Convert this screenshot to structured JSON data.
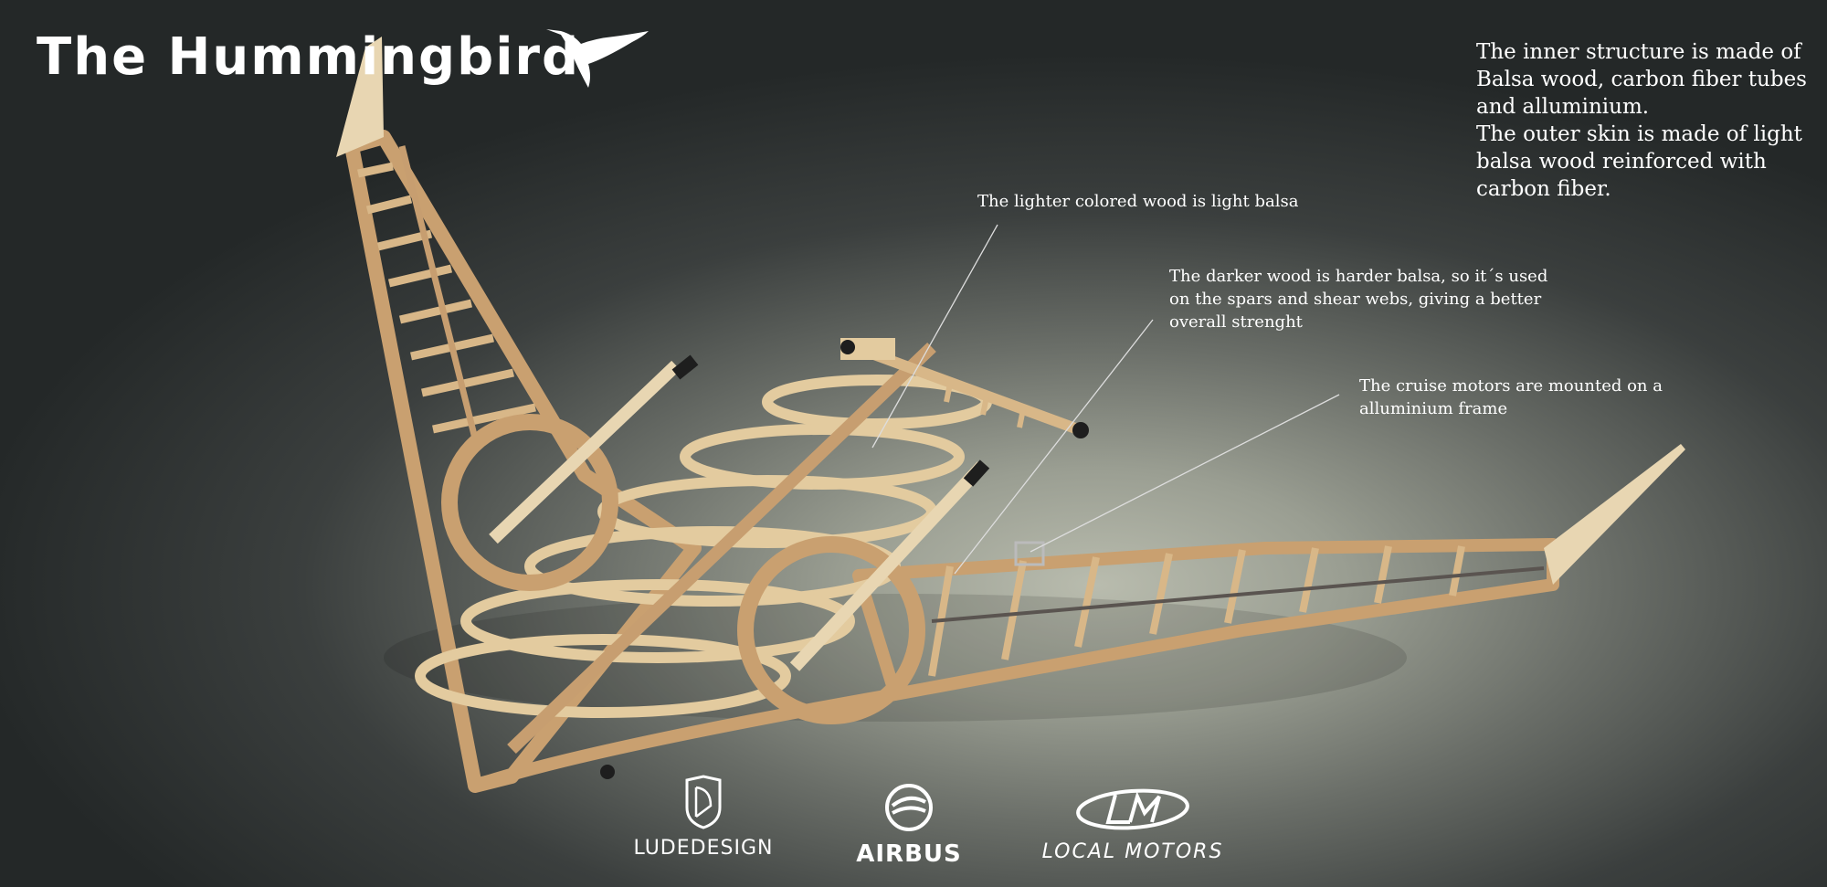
{
  "title": "The Hummingbird",
  "info": {
    "paragraph1": "The inner structure is made of Balsa wood, carbon fiber tubes and alluminium.",
    "paragraph2": "The outer skin is made of light balsa wood reinforced with carbon fiber."
  },
  "callouts": {
    "light_wood": "The lighter colored wood is light balsa",
    "dark_wood": "The darker wood is harder balsa, so it´s used on the spars and shear webs, giving a better overall strenght",
    "motors": "The cruise motors are mounted on a alluminium frame"
  },
  "logos": {
    "lude": "LUDEDESIGN",
    "airbus": "AIRBUS",
    "local_motors": "LOCAL MOTORS"
  },
  "icons": {
    "bird": "hummingbird-icon",
    "lude": "harp-shield-icon",
    "airbus": "airbus-swirl-icon",
    "local_motors": "lm-oval-icon"
  },
  "colors": {
    "wood_light": "#e6cfa4",
    "wood_dark": "#c79e70",
    "text": "#ffffff"
  }
}
